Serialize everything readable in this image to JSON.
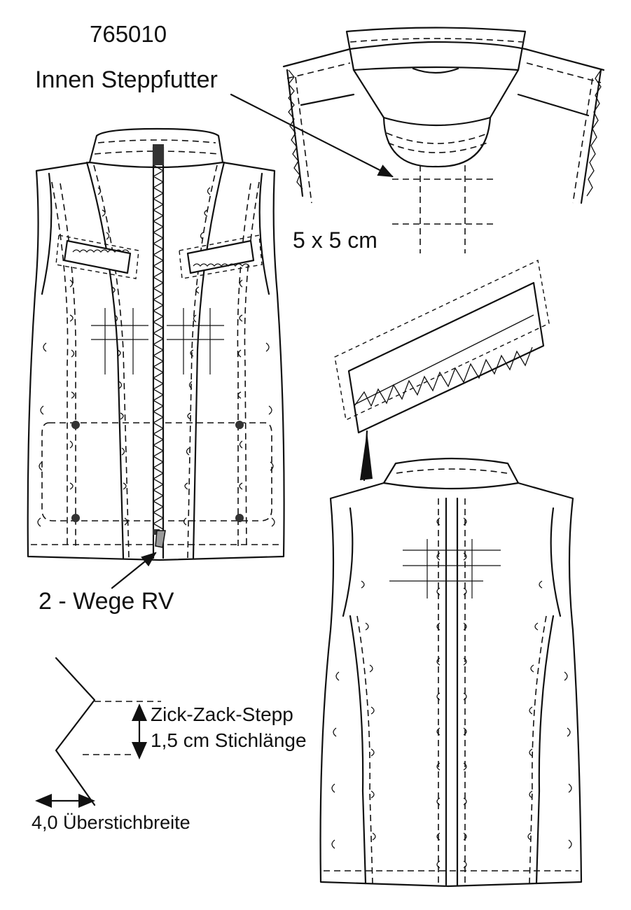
{
  "title": "765010",
  "callouts": {
    "lining": "Innen Steppfutter",
    "grid": "5 x 5 cm",
    "zipper": "2 - Wege RV"
  },
  "legend": {
    "stitch_name": "Zick-Zack-Stepp",
    "stitch_length": "1,5 cm Stichlänge",
    "stitch_width": "4,0 Überstichbreite"
  },
  "colors": {
    "line": "#111111",
    "background": "#ffffff",
    "zipper_pull": "#9a9a9a"
  }
}
